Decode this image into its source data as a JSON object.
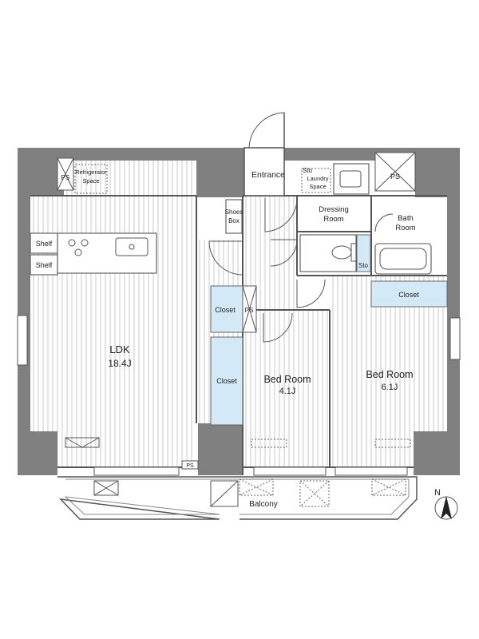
{
  "rooms": {
    "ldk": {
      "name": "LDK",
      "size": "18.4J"
    },
    "bed_a": {
      "name": "Bed Room",
      "size": "4.1J"
    },
    "bed_b": {
      "name": "Bed Room",
      "size": "6.1J"
    },
    "dressing": {
      "line1": "Dressing",
      "line2": "Room"
    },
    "bath": {
      "line1": "Bath",
      "line2": "Room"
    },
    "entrance": "Entrance",
    "balcony": "Balcony"
  },
  "fixtures": {
    "shelf_upper": "Shelf",
    "shelf_lower": "Shelf",
    "refrigerator_line1": "Refrigerator",
    "refrigerator_line2": "Space",
    "shoes_line1": "Shoes",
    "shoes_line2": "Box",
    "closet_entry": "Closet",
    "closet_hall": "Closet",
    "closet_bed": "Closet",
    "laundry_line1": "Laundry",
    "laundry_line2": "Space",
    "ps_fridge": "PS",
    "ps_corner": "PS",
    "ps_closet": "PS",
    "ps_bottom": "PS",
    "sto_top": "Sto",
    "sto_toilet": "Sto"
  },
  "compass": {
    "label": "N"
  },
  "colors": {
    "wall": "#808080",
    "floor_hatch": "#c9c9c9",
    "closet_fill": "#d3e9f6",
    "background": "#ffffff"
  }
}
